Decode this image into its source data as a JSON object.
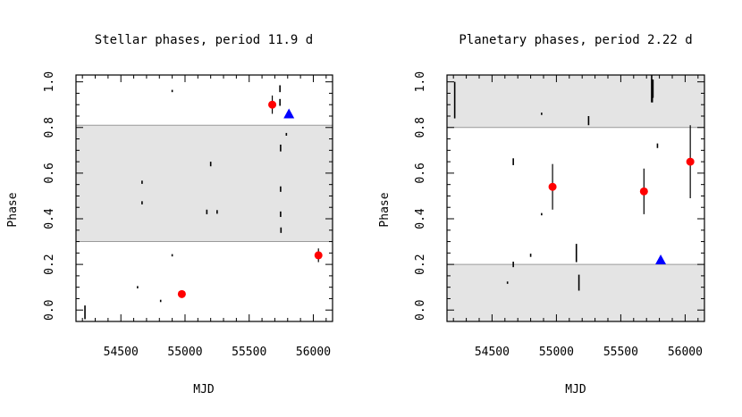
{
  "chart_data": [
    {
      "type": "scatter",
      "title": "Stellar phases, period 11.9 d",
      "xlabel": "MJD",
      "ylabel": "Phase",
      "xlim": [
        54150,
        56150
      ],
      "ylim": [
        -0.05,
        1.03
      ],
      "xticks": [
        54500,
        55000,
        55500,
        56000
      ],
      "xtick_labels": [
        "54500",
        "55000",
        "55500",
        "56000"
      ],
      "yticks": [
        0.0,
        0.2,
        0.4,
        0.6,
        0.8,
        1.0
      ],
      "ytick_labels": [
        "0.0",
        "0.2",
        "0.4",
        "0.6",
        "0.8",
        "1.0"
      ],
      "shaded_bands": [
        {
          "from": 0.3,
          "to": 0.81
        }
      ],
      "shade_color": "#e4e4e4",
      "series": [
        {
          "marker": "errorbar",
          "color": "#000000",
          "points": [
            {
              "x": 54220,
              "y": -0.01,
              "err": 0.03
            },
            {
              "x": 54630,
              "y": 0.1,
              "err": 0.005
            },
            {
              "x": 54665,
              "y": 0.56,
              "err": 0.007
            },
            {
              "x": 54665,
              "y": 0.47,
              "err": 0.007
            },
            {
              "x": 54810,
              "y": 0.04,
              "err": 0.005
            },
            {
              "x": 54900,
              "y": 0.96,
              "err": 0.005
            },
            {
              "x": 54900,
              "y": 0.24,
              "err": 0.005
            },
            {
              "x": 55170,
              "y": 0.43,
              "err": 0.01
            },
            {
              "x": 55200,
              "y": 0.64,
              "err": 0.01
            },
            {
              "x": 55250,
              "y": 0.43,
              "err": 0.008
            },
            {
              "x": 55740,
              "y": 0.97,
              "err": 0.015
            },
            {
              "x": 55740,
              "y": 0.91,
              "err": 0.015
            },
            {
              "x": 55745,
              "y": 0.71,
              "err": 0.015
            },
            {
              "x": 55745,
              "y": 0.53,
              "err": 0.012
            },
            {
              "x": 55745,
              "y": 0.42,
              "err": 0.012
            },
            {
              "x": 55748,
              "y": 0.35,
              "err": 0.012
            },
            {
              "x": 55790,
              "y": 0.77,
              "err": 0.006
            }
          ]
        },
        {
          "marker": "circle",
          "color": "#ff0000",
          "points": [
            {
              "x": 54975,
              "y": 0.07,
              "err": 0.015
            },
            {
              "x": 55680,
              "y": 0.9,
              "err": 0.04
            },
            {
              "x": 56040,
              "y": 0.24,
              "err": 0.03
            }
          ]
        },
        {
          "marker": "triangle",
          "color": "#0000ff",
          "points": [
            {
              "x": 55810,
              "y": 0.86
            }
          ]
        }
      ]
    },
    {
      "type": "scatter",
      "title": "Planetary phases, period 2.22 d",
      "xlabel": "MJD",
      "ylabel": "Phase",
      "xlim": [
        54150,
        56150
      ],
      "ylim": [
        -0.05,
        1.03
      ],
      "xticks": [
        54500,
        55000,
        55500,
        56000
      ],
      "xtick_labels": [
        "54500",
        "55000",
        "55500",
        "56000"
      ],
      "yticks": [
        0.0,
        0.2,
        0.4,
        0.6,
        0.8,
        1.0
      ],
      "ytick_labels": [
        "0.0",
        "0.2",
        "0.4",
        "0.6",
        "0.8",
        "1.0"
      ],
      "shaded_bands": [
        {
          "from": 0.8,
          "to": 1.03
        },
        {
          "from": -0.05,
          "to": 0.2
        }
      ],
      "shade_color": "#e4e4e4",
      "series": [
        {
          "marker": "errorbar",
          "color": "#000000",
          "points": [
            {
              "x": 54210,
              "y": 0.92,
              "err": 0.08
            },
            {
              "x": 54620,
              "y": 0.12,
              "err": 0.005
            },
            {
              "x": 54665,
              "y": 0.65,
              "err": 0.015
            },
            {
              "x": 54665,
              "y": 0.2,
              "err": 0.012
            },
            {
              "x": 54800,
              "y": 0.24,
              "err": 0.007
            },
            {
              "x": 54885,
              "y": 0.86,
              "err": 0.005
            },
            {
              "x": 54885,
              "y": 0.42,
              "err": 0.005
            },
            {
              "x": 55155,
              "y": 0.25,
              "err": 0.04
            },
            {
              "x": 55175,
              "y": 0.12,
              "err": 0.035
            },
            {
              "x": 55250,
              "y": 0.83,
              "err": 0.02
            },
            {
              "x": 55740,
              "y": 0.97,
              "err": 0.06
            },
            {
              "x": 55745,
              "y": 0.96,
              "err": 0.05
            },
            {
              "x": 55750,
              "y": 0.97,
              "err": 0.04
            },
            {
              "x": 55785,
              "y": 0.72,
              "err": 0.01
            }
          ]
        },
        {
          "marker": "circle",
          "color": "#ff0000",
          "points": [
            {
              "x": 54970,
              "y": 0.54,
              "err": 0.1
            },
            {
              "x": 55680,
              "y": 0.52,
              "err": 0.1
            },
            {
              "x": 56040,
              "y": 0.65,
              "err": 0.16
            }
          ]
        },
        {
          "marker": "triangle",
          "color": "#0000ff",
          "points": [
            {
              "x": 55810,
              "y": 0.22
            }
          ]
        }
      ]
    }
  ]
}
